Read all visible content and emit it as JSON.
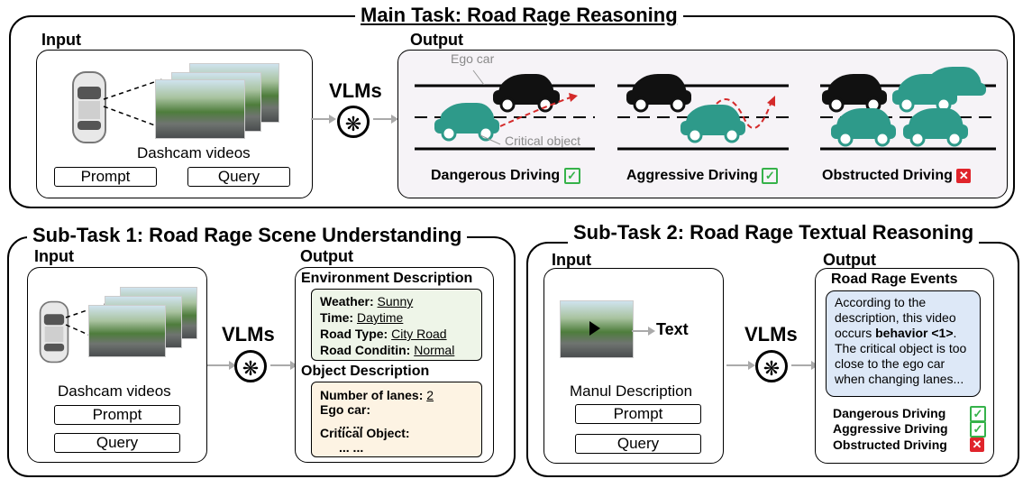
{
  "main": {
    "title": "Main Task: Road Rage Reasoning",
    "input_label": "Input",
    "output_label": "Output",
    "vlms": "VLMs",
    "dashcam": "Dashcam videos",
    "prompt": "Prompt",
    "query": "Query",
    "ego_car": "Ego car",
    "critical_object": "Critical object",
    "dangerous": "Dangerous Driving",
    "aggressive": "Aggressive Driving",
    "obstructed": "Obstructed Driving"
  },
  "sub1": {
    "title": "Sub-Task 1: Road Rage Scene Understanding",
    "input_label": "Input",
    "output_label": "Output",
    "vlms": "VLMs",
    "dashcam": "Dashcam videos",
    "prompt": "Prompt",
    "query": "Query",
    "env_title": "Environment Description",
    "weather_k": "Weather:",
    "weather_v": "Sunny",
    "time_k": "Time:",
    "time_v": "Daytime",
    "road_k": "Road Type:",
    "road_v": "City Road",
    "cond_k": "Road Conditin:",
    "cond_v": "Normal",
    "obj_title": "Object Description",
    "lanes_k": "Number of lanes:",
    "lanes_v": "2",
    "ego_k": "Ego car:",
    "dots1": "... ...",
    "crit_k": "Critical Object:",
    "dots2": "... ..."
  },
  "sub2": {
    "title": "Sub-Task 2: Road Rage Textual Reasoning",
    "input_label": "Input",
    "output_label": "Output",
    "text": "Text",
    "vlms": "VLMs",
    "manual": "Manul Description",
    "prompt": "Prompt",
    "query": "Query",
    "events_title": "Road Rage Events",
    "reason_1": "According to the description, this video occurs ",
    "reason_bold": "behavior <1>",
    "reason_2": ". The critical object is too close to the ego car when changing lanes...",
    "dangerous": "Dangerous Driving",
    "aggressive": "Aggressive Driving",
    "obstructed": "Obstructed Driving"
  },
  "colors": {
    "teal": "#2e9a8a",
    "green_box": "#eef5e8",
    "orange_box": "#fdf3e3",
    "blue_box": "#dde8f7",
    "output_bg": "#f6f3f7",
    "check": "#36b24a",
    "cross": "#e0242b"
  }
}
